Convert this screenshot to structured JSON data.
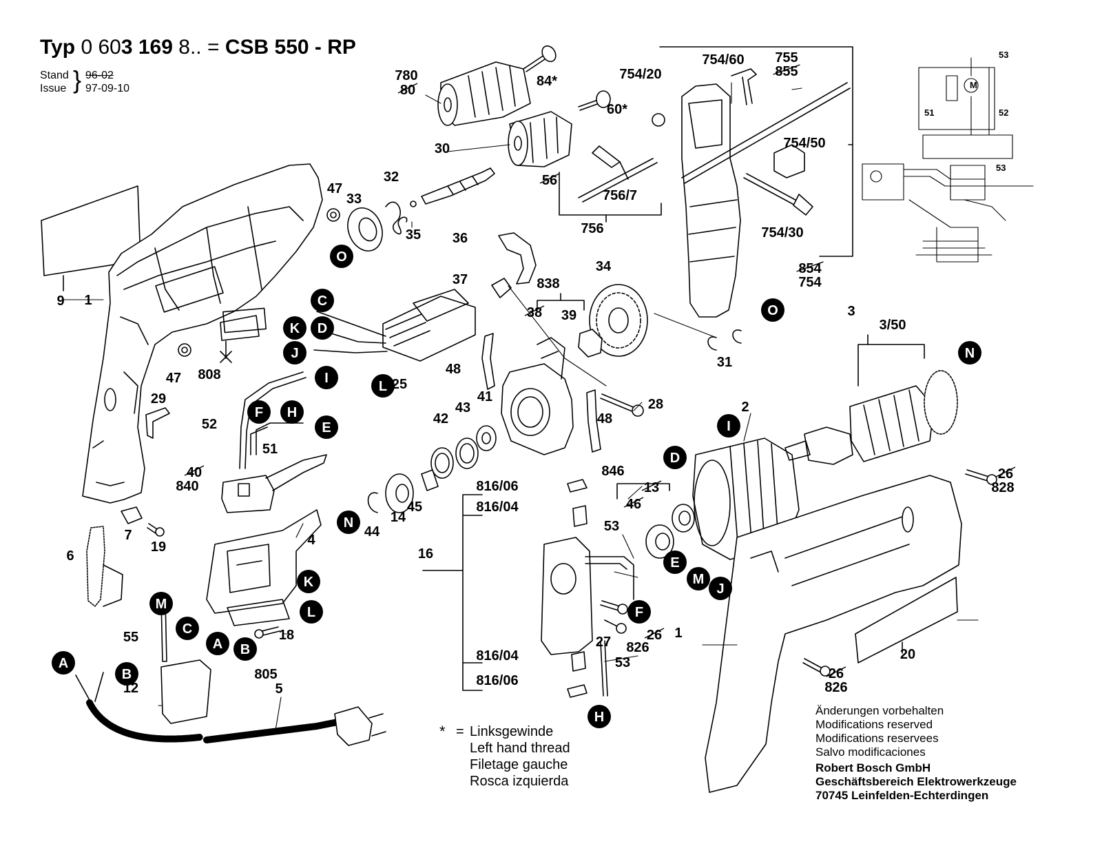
{
  "header": {
    "typ_label": "Typ",
    "typ_number_a": "0 60",
    "typ_number_b": "3 169",
    "typ_suffix": "8.. =",
    "model": "CSB 550 - RP",
    "stand_label": "Stand",
    "issue_label": "Issue",
    "stand_value": "96-02",
    "issue_value": "97-09-10"
  },
  "part_labels": [
    {
      "id": "1a",
      "text": "1"
    },
    {
      "id": "1b",
      "text": "1"
    },
    {
      "id": "2",
      "text": "2"
    },
    {
      "id": "3",
      "text": "3"
    },
    {
      "id": "3-50",
      "text": "3/50"
    },
    {
      "id": "4",
      "text": "4"
    },
    {
      "id": "5",
      "text": "5"
    },
    {
      "id": "6",
      "text": "6"
    },
    {
      "id": "7",
      "text": "7"
    },
    {
      "id": "9",
      "text": "9"
    },
    {
      "id": "12",
      "text": "12"
    },
    {
      "id": "14",
      "text": "14"
    },
    {
      "id": "16",
      "text": "16"
    },
    {
      "id": "18",
      "text": "18"
    },
    {
      "id": "19",
      "text": "19"
    },
    {
      "id": "20",
      "text": "20"
    },
    {
      "id": "25",
      "text": "25"
    },
    {
      "id": "27",
      "text": "27"
    },
    {
      "id": "28",
      "text": "28"
    },
    {
      "id": "29",
      "text": "29"
    },
    {
      "id": "30",
      "text": "30"
    },
    {
      "id": "31",
      "text": "31"
    },
    {
      "id": "32",
      "text": "32"
    },
    {
      "id": "33",
      "text": "33"
    },
    {
      "id": "34",
      "text": "34"
    },
    {
      "id": "35",
      "text": "35"
    },
    {
      "id": "36",
      "text": "36"
    },
    {
      "id": "37",
      "text": "37"
    },
    {
      "id": "39",
      "text": "39"
    },
    {
      "id": "41",
      "text": "41"
    },
    {
      "id": "42",
      "text": "42"
    },
    {
      "id": "43",
      "text": "43"
    },
    {
      "id": "44",
      "text": "44"
    },
    {
      "id": "45",
      "text": "45"
    },
    {
      "id": "47a",
      "text": "47"
    },
    {
      "id": "47b",
      "text": "47"
    },
    {
      "id": "48a",
      "text": "48"
    },
    {
      "id": "48b",
      "text": "48"
    },
    {
      "id": "51",
      "text": "51"
    },
    {
      "id": "52",
      "text": "52"
    },
    {
      "id": "53a",
      "text": "53"
    },
    {
      "id": "53b",
      "text": "53"
    },
    {
      "id": "55",
      "text": "55"
    },
    {
      "id": "60",
      "text": "60*"
    },
    {
      "id": "84",
      "text": "84*"
    },
    {
      "id": "754-20",
      "text": "754/20"
    },
    {
      "id": "754-60",
      "text": "754/60"
    },
    {
      "id": "754-50",
      "text": "754/50"
    },
    {
      "id": "754-30",
      "text": "754/30"
    },
    {
      "id": "754",
      "text": "754"
    },
    {
      "id": "755",
      "text": "755"
    },
    {
      "id": "756",
      "text": "756"
    },
    {
      "id": "756-7",
      "text": "756/7"
    },
    {
      "id": "780",
      "text": "780"
    },
    {
      "id": "805",
      "text": "805"
    },
    {
      "id": "808",
      "text": "808"
    },
    {
      "id": "816-06a",
      "text": "816/06"
    },
    {
      "id": "816-04a",
      "text": "816/04"
    },
    {
      "id": "816-04b",
      "text": "816/04"
    },
    {
      "id": "816-06b",
      "text": "816/06"
    },
    {
      "id": "826a",
      "text": "826"
    },
    {
      "id": "826b",
      "text": "826"
    },
    {
      "id": "828",
      "text": "828"
    },
    {
      "id": "838",
      "text": "838"
    },
    {
      "id": "840",
      "text": "840"
    },
    {
      "id": "846",
      "text": "846"
    }
  ],
  "struck_labels": [
    {
      "id": "s80",
      "text": "80"
    },
    {
      "id": "s56",
      "text": "56"
    },
    {
      "id": "s38",
      "text": "38"
    },
    {
      "id": "s855",
      "text": "855"
    },
    {
      "id": "s854",
      "text": "854"
    },
    {
      "id": "s40",
      "text": "40"
    },
    {
      "id": "s13",
      "text": "13"
    },
    {
      "id": "s46",
      "text": "46"
    },
    {
      "id": "s26a",
      "text": "26"
    },
    {
      "id": "s26b",
      "text": "26"
    },
    {
      "id": "s26c",
      "text": "26"
    }
  ],
  "wiring_labels": [
    {
      "id": "w53a",
      "text": "53"
    },
    {
      "id": "w51",
      "text": "51"
    },
    {
      "id": "w52",
      "text": "52"
    },
    {
      "id": "w53b",
      "text": "53"
    },
    {
      "id": "wM",
      "text": "M"
    }
  ],
  "connector_letters": [
    {
      "id": "O1",
      "text": "O"
    },
    {
      "id": "O2",
      "text": "O"
    },
    {
      "id": "C1",
      "text": "C"
    },
    {
      "id": "K1",
      "text": "K"
    },
    {
      "id": "D1",
      "text": "D"
    },
    {
      "id": "J1",
      "text": "J"
    },
    {
      "id": "I1",
      "text": "I"
    },
    {
      "id": "L1",
      "text": "L"
    },
    {
      "id": "F1",
      "text": "F"
    },
    {
      "id": "H1",
      "text": "H"
    },
    {
      "id": "E1",
      "text": "E"
    },
    {
      "id": "N1",
      "text": "N"
    },
    {
      "id": "N2",
      "text": "N"
    },
    {
      "id": "I2",
      "text": "I"
    },
    {
      "id": "D2",
      "text": "D"
    },
    {
      "id": "E2",
      "text": "E"
    },
    {
      "id": "M1",
      "text": "M"
    },
    {
      "id": "J2",
      "text": "J"
    },
    {
      "id": "K2",
      "text": "K"
    },
    {
      "id": "L2",
      "text": "L"
    },
    {
      "id": "C2",
      "text": "C"
    },
    {
      "id": "A1",
      "text": "A"
    },
    {
      "id": "B1",
      "text": "B"
    },
    {
      "id": "M2",
      "text": "M"
    },
    {
      "id": "A2",
      "text": "A"
    },
    {
      "id": "B2",
      "text": "B"
    },
    {
      "id": "F2",
      "text": "F"
    },
    {
      "id": "H2",
      "text": "H"
    }
  ],
  "legend": {
    "star": "*",
    "equals": "=",
    "lines": [
      "Linksgewinde",
      "Left hand thread",
      "Filetage gauche",
      "Rosca izquierda"
    ]
  },
  "modifications": [
    "Änderungen vorbehalten",
    "Modifications reserved",
    "Modifications reservees",
    "Salvo modificaciones"
  ],
  "company": [
    "Robert Bosch GmbH",
    "Geschäftsbereich Elektrowerkzeuge",
    "70745 Leinfelden-Echterdingen"
  ]
}
